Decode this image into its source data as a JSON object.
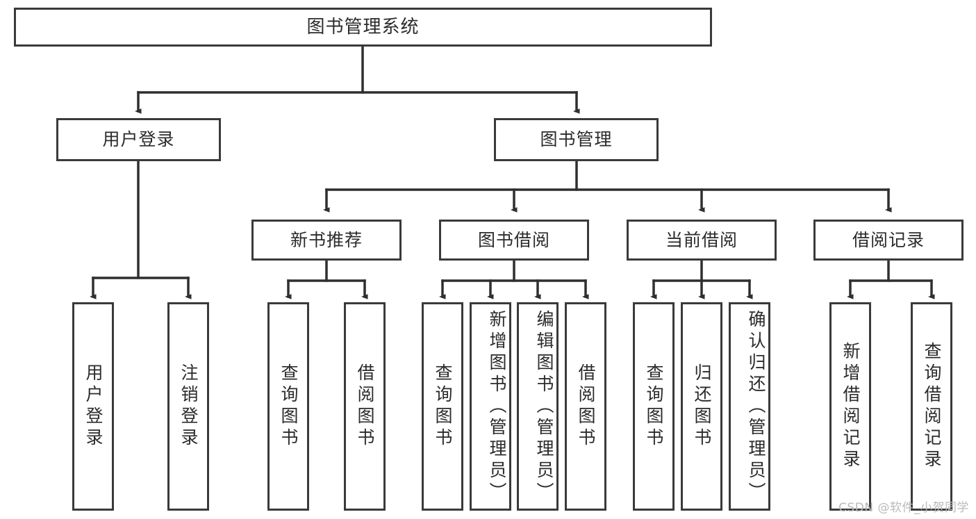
{
  "diagram": {
    "title": "图书管理系统",
    "watermark": "CSDN @软件_小贺同学",
    "colors": {
      "border": "#3a3a3a",
      "background": "#ffffff",
      "text": "#2b2b2b",
      "edge": "#2f2f2f",
      "watermark": "#b9b9b9"
    },
    "root": {
      "label": "图书管理系统"
    },
    "level2": [
      {
        "label": "用户登录"
      },
      {
        "label": "图书管理"
      }
    ],
    "level3": [
      {
        "label": "新书推荐"
      },
      {
        "label": "图书借阅"
      },
      {
        "label": "当前借阅"
      },
      {
        "label": "借阅记录"
      }
    ],
    "leaves": {
      "user_login": [
        {
          "label": "用户登录"
        },
        {
          "label": "注销登录"
        }
      ],
      "new_book": [
        {
          "label": "查询图书"
        },
        {
          "label": "借阅图书"
        }
      ],
      "book_borrow": [
        {
          "label": "查询图书"
        },
        {
          "label": "新增图书（管理员）"
        },
        {
          "label": "编辑图书（管理员）"
        },
        {
          "label": "借阅图书"
        }
      ],
      "current_borrow": [
        {
          "label": "查询图书"
        },
        {
          "label": "归还图书"
        },
        {
          "label": "确认归还（管理员）"
        }
      ],
      "borrow_record": [
        {
          "label": "新增借阅记录"
        },
        {
          "label": "查询借阅记录"
        }
      ]
    }
  }
}
